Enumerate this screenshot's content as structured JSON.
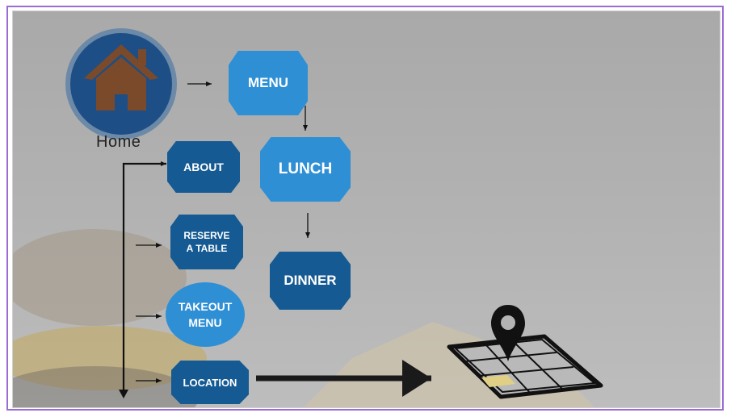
{
  "diagram": {
    "home_label": "Home",
    "nodes": {
      "menu": "MENU",
      "lunch": "LUNCH",
      "dinner": "DINNER",
      "about": "ABOUT",
      "reserve_line1": "RESERVE",
      "reserve_line2": "A TABLE",
      "takeout_line1": "TAKEOUT",
      "takeout_line2": "MENU",
      "location": "LOCATION"
    },
    "icons": [
      "house-icon",
      "map-pin-icon",
      "map-icon"
    ],
    "colors": {
      "dark_blue": "#155a93",
      "light_blue": "#2f8fd5",
      "home_ring": "#1d4f86",
      "house": "#7a4a2a"
    }
  }
}
